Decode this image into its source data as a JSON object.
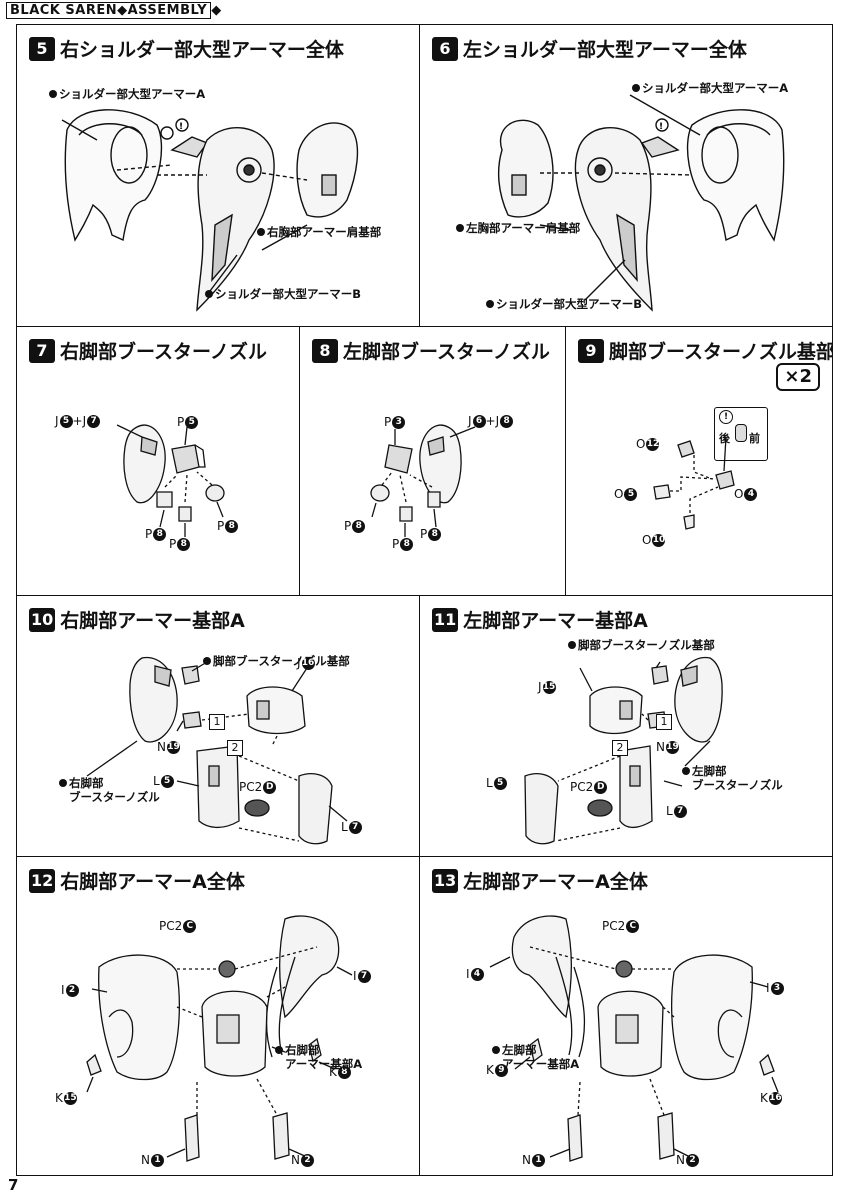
{
  "header": {
    "title_boxed": "BLACK SAREN◆ASSEMBLY◆",
    "title_visible": "BLACK SAREN◆ASSEMBLY",
    "diamond": "◆"
  },
  "page_number": "7",
  "steps": [
    {
      "num": "5",
      "title": "右ショルダー部大型アーマー全体",
      "labels": [
        "ショルダー部大型アーマーA",
        "右胸部アーマー肩基部",
        "ショルダー部大型アーマーB"
      ]
    },
    {
      "num": "6",
      "title": "左ショルダー部大型アーマー全体",
      "labels": [
        "ショルダー部大型アーマーA",
        "左胸部アーマー肩基部",
        "ショルダー部大型アーマーB"
      ]
    },
    {
      "num": "7",
      "title": "右脚部ブースターノズル"
    },
    {
      "num": "8",
      "title": "左脚部ブースターノズル"
    },
    {
      "num": "9",
      "title": "脚部ブースターノズル基部",
      "multiplier": "×2",
      "hint": {
        "back": "後",
        "front": "前"
      }
    },
    {
      "num": "10",
      "title": "右脚部アーマー基部A",
      "labels": [
        "脚部ブースターノズル基部",
        "右脚部",
        "ブースターノズル"
      ]
    },
    {
      "num": "11",
      "title": "左脚部アーマー基部A",
      "labels": [
        "脚部ブースターノズル基部",
        "左脚部",
        "ブースターノズル"
      ]
    },
    {
      "num": "12",
      "title": "右脚部アーマーA全体",
      "labels": [
        "右脚部",
        "アーマー基部A"
      ]
    },
    {
      "num": "13",
      "title": "左脚部アーマーA全体",
      "labels": [
        "左脚部",
        "アーマー基部A"
      ]
    }
  ],
  "parts": {
    "s7": {
      "j": "J",
      "plus": "+J",
      "j1": "5",
      "j2": "7",
      "p5": "5",
      "p8": "8",
      "P": "P"
    },
    "s8": {
      "j1": "6",
      "j2": "8",
      "p3": "3",
      "p8": "8"
    },
    "s9": {
      "O": "O",
      "o12": "12",
      "o5": "5",
      "o4": "4",
      "o10": "10"
    },
    "s10": {
      "J": "J",
      "j16": "16",
      "N": "N",
      "n19": "19",
      "L": "L",
      "l5": "5",
      "l7": "7",
      "PC2": "PC2",
      "pcD": "D",
      "step1": "1",
      "step2": "2"
    },
    "s11": {
      "j15": "15",
      "n19": "19",
      "l5": "5",
      "l7": "7",
      "pcD": "D"
    },
    "s12": {
      "PC2": "PC2",
      "pcC": "C",
      "I": "I",
      "i2": "2",
      "i7": "7",
      "K": "K",
      "k8": "8",
      "k15": "15",
      "N": "N",
      "n1": "1",
      "n2": "2"
    },
    "s13": {
      "pcC": "C",
      "i4": "4",
      "i3": "3",
      "k9": "9",
      "k16": "16",
      "n1": "1",
      "n2": "2"
    }
  }
}
